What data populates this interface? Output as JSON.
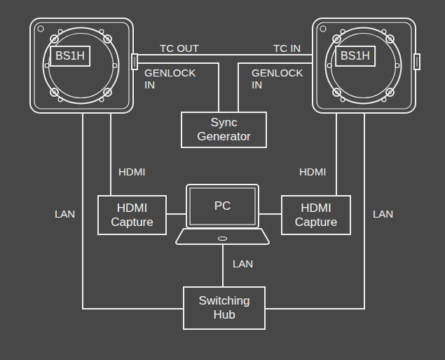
{
  "diagram": {
    "nodes": [
      {
        "text": [
          "BS1H"
        ]
      },
      {
        "text": [
          "BS1H"
        ]
      },
      {
        "text": [
          "Sync Generator"
        ]
      },
      {
        "text": [
          "HDMI Capture"
        ]
      },
      {
        "text": [
          "PC"
        ]
      },
      {
        "text": [
          "HDMI Capture"
        ]
      },
      {
        "text": [
          "Switching Hub"
        ]
      }
    ],
    "edges": [
      {
        "from": 0,
        "to": 1,
        "arrow": "none"
      },
      {
        "from": 2,
        "to": 0,
        "label": "GENLOCK IN",
        "arrow": "none"
      },
      {
        "from": 2,
        "to": 1,
        "label": "GENLOCK IN",
        "arrow": "none"
      },
      {
        "from": 0,
        "to": 3,
        "label": "HDMI",
        "arrow": "none"
      },
      {
        "from": 1,
        "to": 5,
        "label": "HDMI",
        "arrow": "none"
      },
      {
        "from": 3,
        "to": 4,
        "arrow": "none"
      },
      {
        "from": 5,
        "to": 4,
        "arrow": "none"
      },
      {
        "from": 0,
        "to": 6,
        "label": "LAN",
        "arrow": "none"
      },
      {
        "from": 1,
        "to": 6,
        "label": "LAN",
        "arrow": "none"
      },
      {
        "from": 4,
        "to": 6,
        "label": "LAN",
        "arrow": "none"
      }
    ],
    "labels": [
      "TC OUT",
      "TC IN"
    ]
  }
}
